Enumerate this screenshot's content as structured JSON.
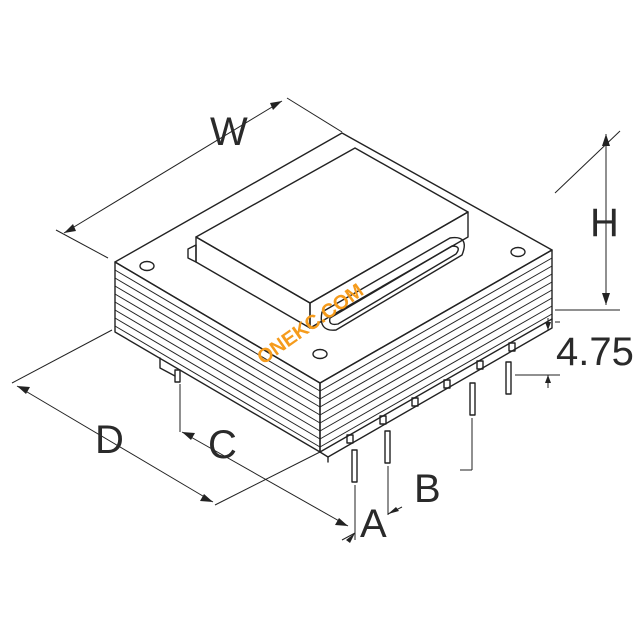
{
  "dimensions": {
    "width": "W",
    "height": "H",
    "depth": "D",
    "pin_row_offset": "C",
    "pin_pitch_a": "A",
    "pin_pitch_b": "B",
    "standoff": "4.75"
  },
  "watermark": {
    "text": "ONEKC.COM"
  },
  "colors": {
    "line": "#222222",
    "text": "#2a2a2a",
    "watermark": "#f59b1c"
  }
}
